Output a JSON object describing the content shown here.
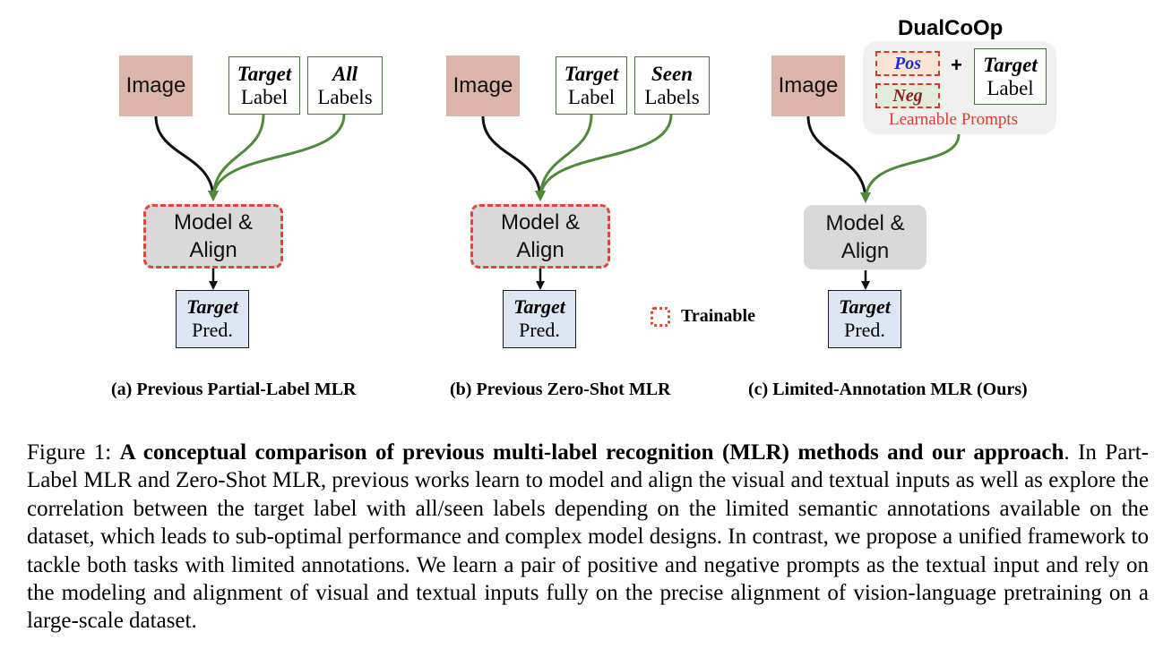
{
  "panels": [
    {
      "image_label": "Image",
      "label_boxes": [
        {
          "emph": "Target",
          "text": "Label"
        },
        {
          "emph": "All",
          "text": "Labels"
        }
      ],
      "model_lines": [
        "Model &",
        "Align"
      ],
      "pred": {
        "emph": "Target",
        "text": "Pred."
      },
      "caption": "(a) Previous Partial-Label MLR"
    },
    {
      "image_label": "Image",
      "label_boxes": [
        {
          "emph": "Target",
          "text": "Label"
        },
        {
          "emph": "Seen",
          "text": "Labels"
        }
      ],
      "model_lines": [
        "Model &",
        "Align"
      ],
      "pred": {
        "emph": "Target",
        "text": "Pred."
      },
      "caption": "(b) Previous Zero-Shot MLR"
    },
    {
      "image_label": "Image",
      "model_lines": [
        "Model &",
        "Align"
      ],
      "pred": {
        "emph": "Target",
        "text": "Pred."
      },
      "caption": "(c) Limited-Annotation MLR (Ours)"
    }
  ],
  "dualcoop": {
    "title": "DualCoOp",
    "pos": "Pos",
    "neg": "Neg",
    "plus": "+",
    "target_label": {
      "emph": "Target",
      "text": "Label"
    },
    "learnable": "Learnable Prompts"
  },
  "legend": {
    "trainable": "Trainable"
  },
  "figure_caption": {
    "prefix": "Figure 1:",
    "bold": "A conceptual comparison of previous multi-label recognition (MLR) methods and our approach",
    "rest": ". In Part-Label MLR and Zero-Shot MLR, previous works learn to model and align the visual and textual inputs as well as explore the correlation between the target label with all/seen labels depending on the limited semantic annotations available on the dataset, which leads to sub-optimal performance and complex model designs. In contrast, we propose a unified framework to tackle both tasks with limited annotations. We learn a pair of positive and negative prompts as the textual input and rely on the modeling and alignment of visual and textual inputs fully on the precise alignment of vision-language pretraining on a large-scale dataset."
  },
  "colors": {
    "image_fill": "#dbb4aa",
    "label_border": "#3c7a30",
    "arrow_green": "#4e8a3a",
    "trainable_red": "#e0463a",
    "model_fill": "#d9d9d9",
    "pred_fill": "#dce7f3"
  }
}
